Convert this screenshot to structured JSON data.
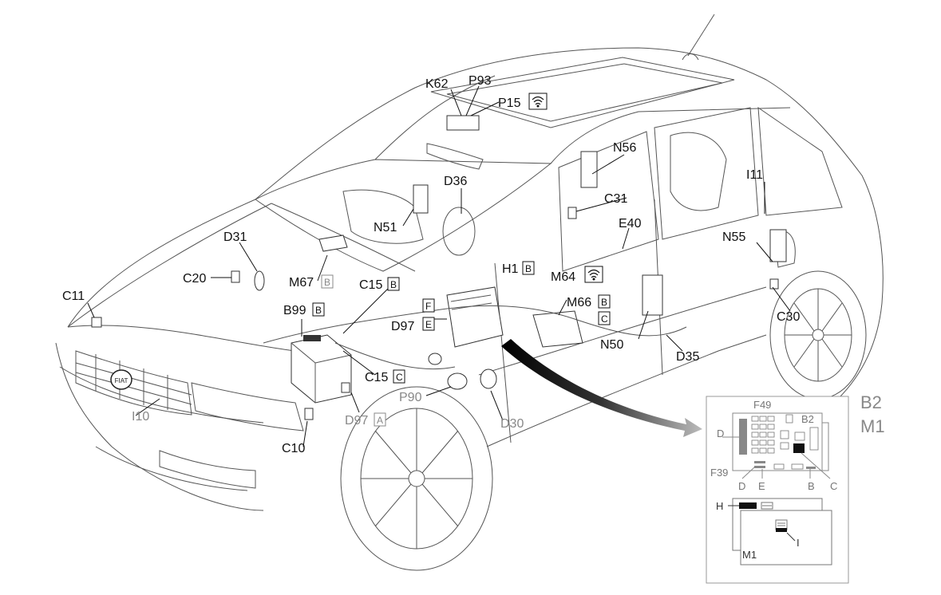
{
  "labels": {
    "k62": "K62",
    "p93": "P93",
    "p15": "P15",
    "n56": "N56",
    "d36": "D36",
    "i11": "I11",
    "c31": "C31",
    "n51": "N51",
    "e40": "E40",
    "d31": "D31",
    "n55": "N55",
    "h1": "H1",
    "h1_box": "B",
    "m64": "M64",
    "c20": "C20",
    "m67": "M67",
    "m67_box": "B",
    "c15a": "C15",
    "c15a_box": "B",
    "c11": "C11",
    "m66": "M66",
    "m66_box": "B",
    "m66_box2": "C",
    "b99": "B99",
    "b99_box": "B",
    "f_box": "F",
    "d97e": "D97",
    "d97e_box": "E",
    "c30": "C30",
    "n50": "N50",
    "d35": "D35",
    "c15c": "C15",
    "c15c_box": "C",
    "p90": "P90",
    "i10": "I10",
    "d97a": "D97",
    "d97a_box": "A",
    "d30": "D30",
    "c10": "C10"
  },
  "inset": {
    "title_b2": "B2",
    "title_m1": "M1",
    "f49": "F49",
    "b2": "B2",
    "d_left": "D",
    "f39": "F39",
    "d_bottom": "D",
    "e_bottom": "E",
    "b_bottom": "B",
    "c_bottom": "C",
    "h": "H",
    "i": "I",
    "m1": "M1"
  },
  "icons": {
    "p15_icon": "alarm-sensor-icon",
    "m64_icon": "alarm-sensor-icon",
    "fiat_badge": "fiat-logo"
  },
  "colors": {
    "ink": "#111111",
    "grey_label": "#888888",
    "arrow": "#222222"
  }
}
